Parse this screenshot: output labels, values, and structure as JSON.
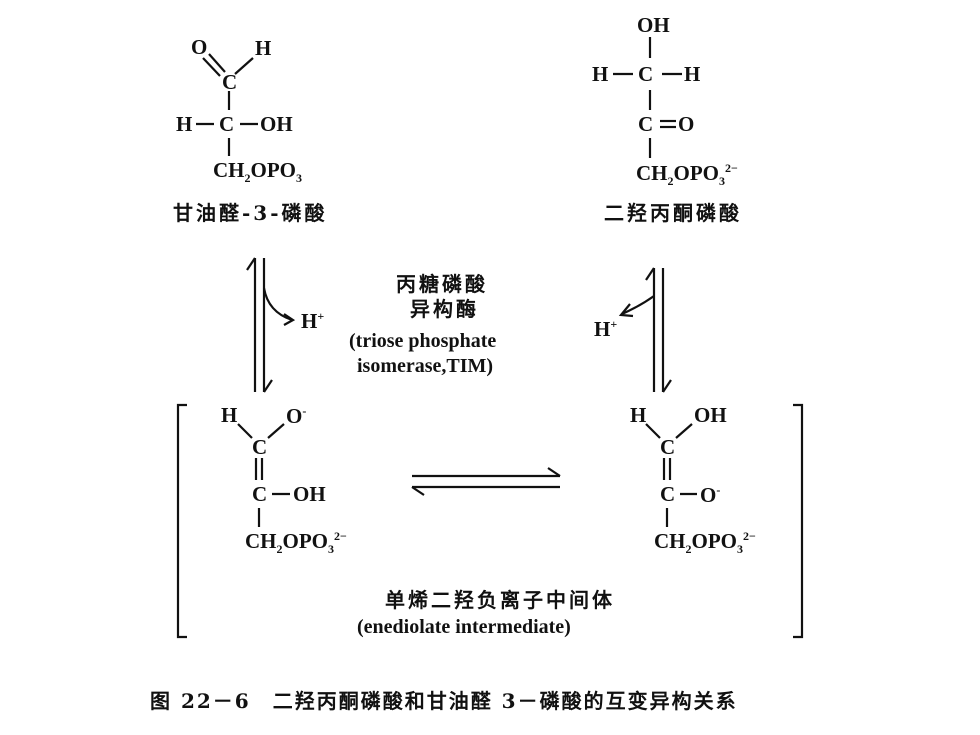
{
  "colors": {
    "ink": "#111111",
    "background": "#ffffff"
  },
  "g3p": {
    "o_label": "O",
    "h_label": "H",
    "c1": "C",
    "h_left": "H",
    "c2": "C",
    "oh": "OH",
    "ch2": "CH",
    "two": "2",
    "opo": "OPO",
    "three": "3",
    "name": "甘油醛-3-磷酸"
  },
  "dhap": {
    "oh_top": "OH",
    "h_left": "H",
    "c1": "C",
    "h_right": "H",
    "c2": "C",
    "o": "O",
    "ch2": "CH",
    "two": "2",
    "opo": "OPO",
    "three": "3",
    "charge": "2−",
    "name": "二羟丙酮磷酸"
  },
  "enzyme": {
    "cn_line1": "丙糖磷酸",
    "cn_line2": "异构酶",
    "en_line1": "(triose phosphate",
    "en_line2": "isomerase,TIM)"
  },
  "proton_left": {
    "h": "H",
    "charge": "+"
  },
  "proton_right": {
    "h": "H",
    "charge": "+"
  },
  "enediol_left": {
    "h": "H",
    "o": "O",
    "o_charge": "-",
    "c1": "C",
    "c2": "C",
    "oh": "OH",
    "ch2": "CH",
    "two": "2",
    "opo": "OPO",
    "three": "3",
    "charge": "2−"
  },
  "enediol_right": {
    "h": "H",
    "oh": "OH",
    "c1": "C",
    "c2": "C",
    "o": "O",
    "o_charge": "-",
    "ch2": "CH",
    "two": "2",
    "opo": "OPO",
    "three": "3",
    "charge": "2−"
  },
  "intermediate": {
    "cn": "单烯二羟负离子中间体",
    "en": "(enediolate intermediate)"
  },
  "caption": "图 22－6　二羟丙酮磷酸和甘油醛 3－磷酸的互变异构关系"
}
